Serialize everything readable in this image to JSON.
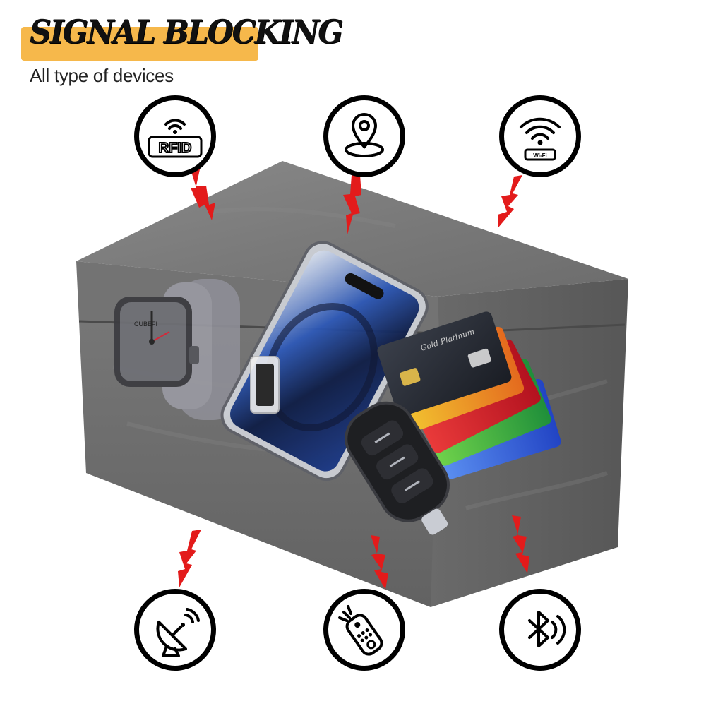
{
  "header": {
    "title": "SIGNAL BLOCKING",
    "subtitle": "All type of devices"
  },
  "icons": {
    "rfid": {
      "name": "rfid-icon",
      "text": "RFID"
    },
    "gps": {
      "name": "location-pin-icon"
    },
    "wifi": {
      "name": "wifi-router-icon",
      "text": "Wi-Fi"
    },
    "satellite": {
      "name": "satellite-dish-icon"
    },
    "remote": {
      "name": "remote-control-icon"
    },
    "bluetooth": {
      "name": "bluetooth-icon"
    }
  },
  "products": {
    "watch_brand": "CUBEFI",
    "card_text": "Gold Platinum"
  },
  "colors": {
    "accent_band": "#F6B84B",
    "box_gray": "#6E6E6E",
    "lightning": "#E31B1B",
    "icon_stroke": "#000000"
  }
}
